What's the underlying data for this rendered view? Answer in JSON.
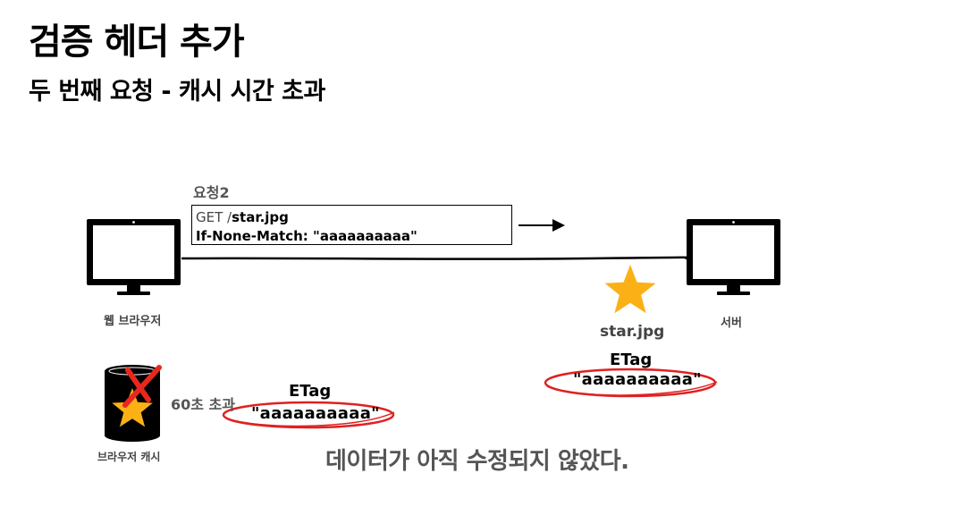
{
  "slide": {
    "title": "검증 헤더 추가",
    "subtitle": "두 번째 요청 - 캐시 시간 초과"
  },
  "request": {
    "label": "요청2",
    "method": "GET /",
    "path": "star.jpg",
    "header": "If-None-Match: \"aaaaaaaaaa\""
  },
  "browser": {
    "label": "웹 브라우저",
    "icon": "monitor-icon"
  },
  "server": {
    "label": "서버",
    "icon": "monitor-icon",
    "file_name": "star.jpg",
    "file_icon": "star-icon",
    "etag_title": "ETag",
    "etag_value": "\"aaaaaaaaaa\""
  },
  "cache": {
    "label": "브라우저 캐시",
    "icon": "database-icon",
    "expired_icon": "x-icon",
    "timeout_text": "60초 초과",
    "etag_title": "ETag",
    "etag_value": "\"aaaaaaaaaa\""
  },
  "message": "데이터가 아직 수정되지 않았다.",
  "colors": {
    "star": "#FBB016",
    "highlight": "#E02020",
    "cross": "#E8281E",
    "line": "#000000"
  }
}
